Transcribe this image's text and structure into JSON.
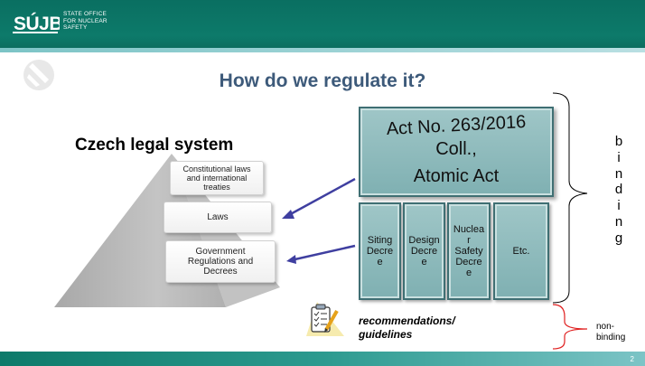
{
  "header": {
    "logo_text": "SÚJB",
    "org_line1": "STATE OFFICE",
    "org_line2": "FOR NUCLEAR",
    "org_line3": "SAFETY"
  },
  "slide": {
    "title": "How do we regulate it?",
    "subtitle": "Czech legal system",
    "pyramid": {
      "layer1_line1": "Constitutional laws",
      "layer1_line2": "and international",
      "layer1_line3": "treaties",
      "layer2": "Laws",
      "layer3_line1": "Government",
      "layer3_line2": "Regulations and",
      "layer3_line3": "Decrees"
    },
    "act": {
      "line1": "Act No. 263/2016",
      "line2": "Coll.,",
      "line3": "Atomic Act"
    },
    "decrees": [
      {
        "lines": [
          "Siting",
          "Decre",
          "e"
        ]
      },
      {
        "lines": [
          "Design",
          "Decre",
          "e"
        ]
      },
      {
        "lines": [
          "Nuclea",
          "r",
          "Safety",
          "Decre",
          "e"
        ]
      },
      {
        "lines": [
          "Etc."
        ]
      }
    ],
    "binding_letters": [
      "b",
      "i",
      "n",
      "d",
      "i",
      "n",
      "g"
    ],
    "non_binding_line1": "non-",
    "non_binding_line2": "binding",
    "recommendations_line1": "recommendations/",
    "recommendations_line2": "guidelines"
  },
  "footer": {
    "page_number": "2"
  },
  "colors": {
    "header_green": "#0d7a6a",
    "title_blue": "#3d5a7a",
    "box_teal": "#8fbcbd",
    "arrow_blue": "#3f3fa0",
    "bracket_red": "#e02020"
  }
}
